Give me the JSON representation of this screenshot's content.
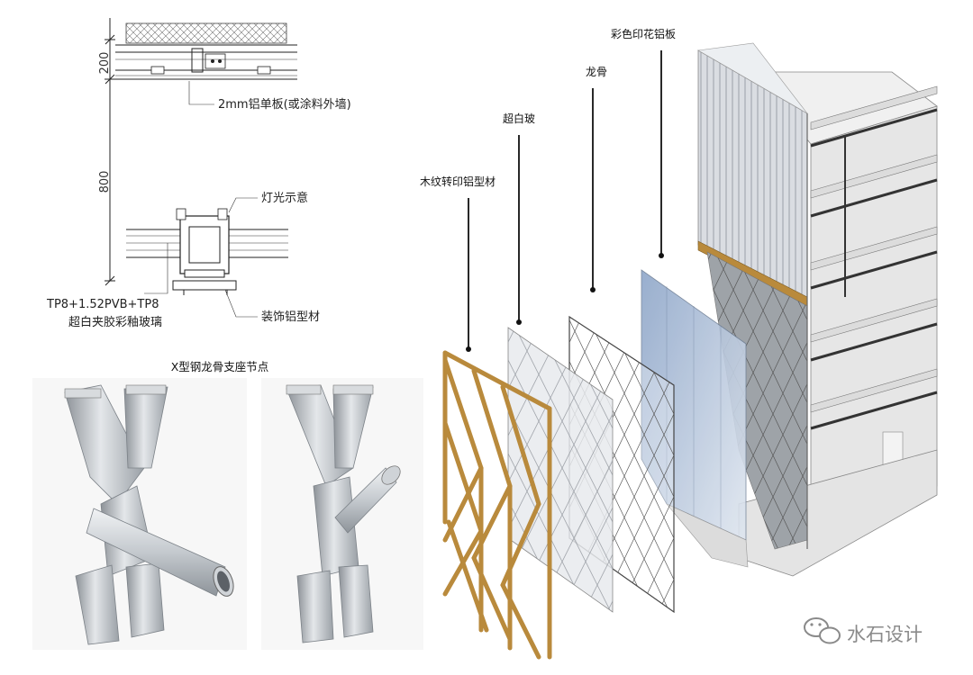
{
  "section_detail": {
    "dim_top": "200",
    "dim_mid": "800",
    "note_panel": "2mm铝单板(或涂料外墙)",
    "note_light": "灯光示意",
    "note_profile": "装饰铝型材",
    "note_glass_line1": "TP8+1.52PVB+TP8",
    "note_glass_line2": "超白夹胶彩釉玻璃"
  },
  "node_renders": {
    "title": "X型钢龙骨支座节点"
  },
  "exploded_layers": {
    "labels": [
      "木纹转印铝型材",
      "超白玻",
      "龙骨",
      "彩色印花铝板"
    ]
  },
  "watermark": {
    "text": "水石设计"
  },
  "colors": {
    "wood": "#b98a3c",
    "steel": "#c6cacf",
    "glass_blue": "#a9bcd8",
    "building": "#e9e9e9"
  }
}
